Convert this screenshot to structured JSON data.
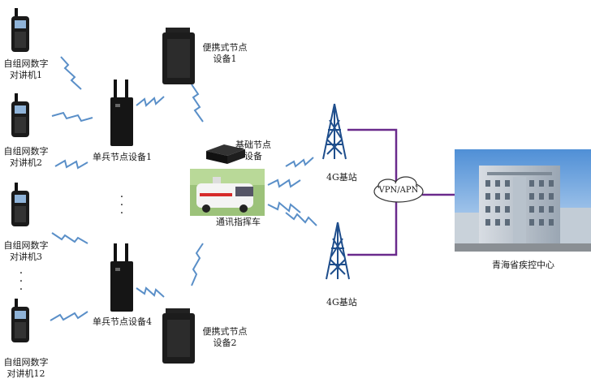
{
  "radios": [
    {
      "line1": "自组网数字",
      "line2": "对讲机1"
    },
    {
      "line1": "自组网数字",
      "line2": "对讲机2"
    },
    {
      "line1": "自组网数字",
      "line2": "对讲机3"
    },
    {
      "line1": "自组网数字",
      "line2": "对讲机12"
    }
  ],
  "soldier_nodes": [
    {
      "label": "单兵节点设备1"
    },
    {
      "label": "单兵节点设备4"
    }
  ],
  "portable_nodes": [
    {
      "line1": "便携式节点",
      "line2": "设备1"
    },
    {
      "line1": "便携式节点",
      "line2": "设备2"
    }
  ],
  "base_node": {
    "line1": "基础节点",
    "line2": "设备"
  },
  "command_vehicle": {
    "label": "通讯指挥车"
  },
  "base_stations": [
    {
      "label": "4G基站"
    },
    {
      "label": "4G基站"
    }
  ],
  "vpn": {
    "label": "VPN/APN"
  },
  "control_center": {
    "label": "青海省疾控中心"
  },
  "colors": {
    "link": "#6a2a8c",
    "wireless": "#5a8fc8",
    "device": "#1a1a1a",
    "tower": "#1f4e8c"
  }
}
